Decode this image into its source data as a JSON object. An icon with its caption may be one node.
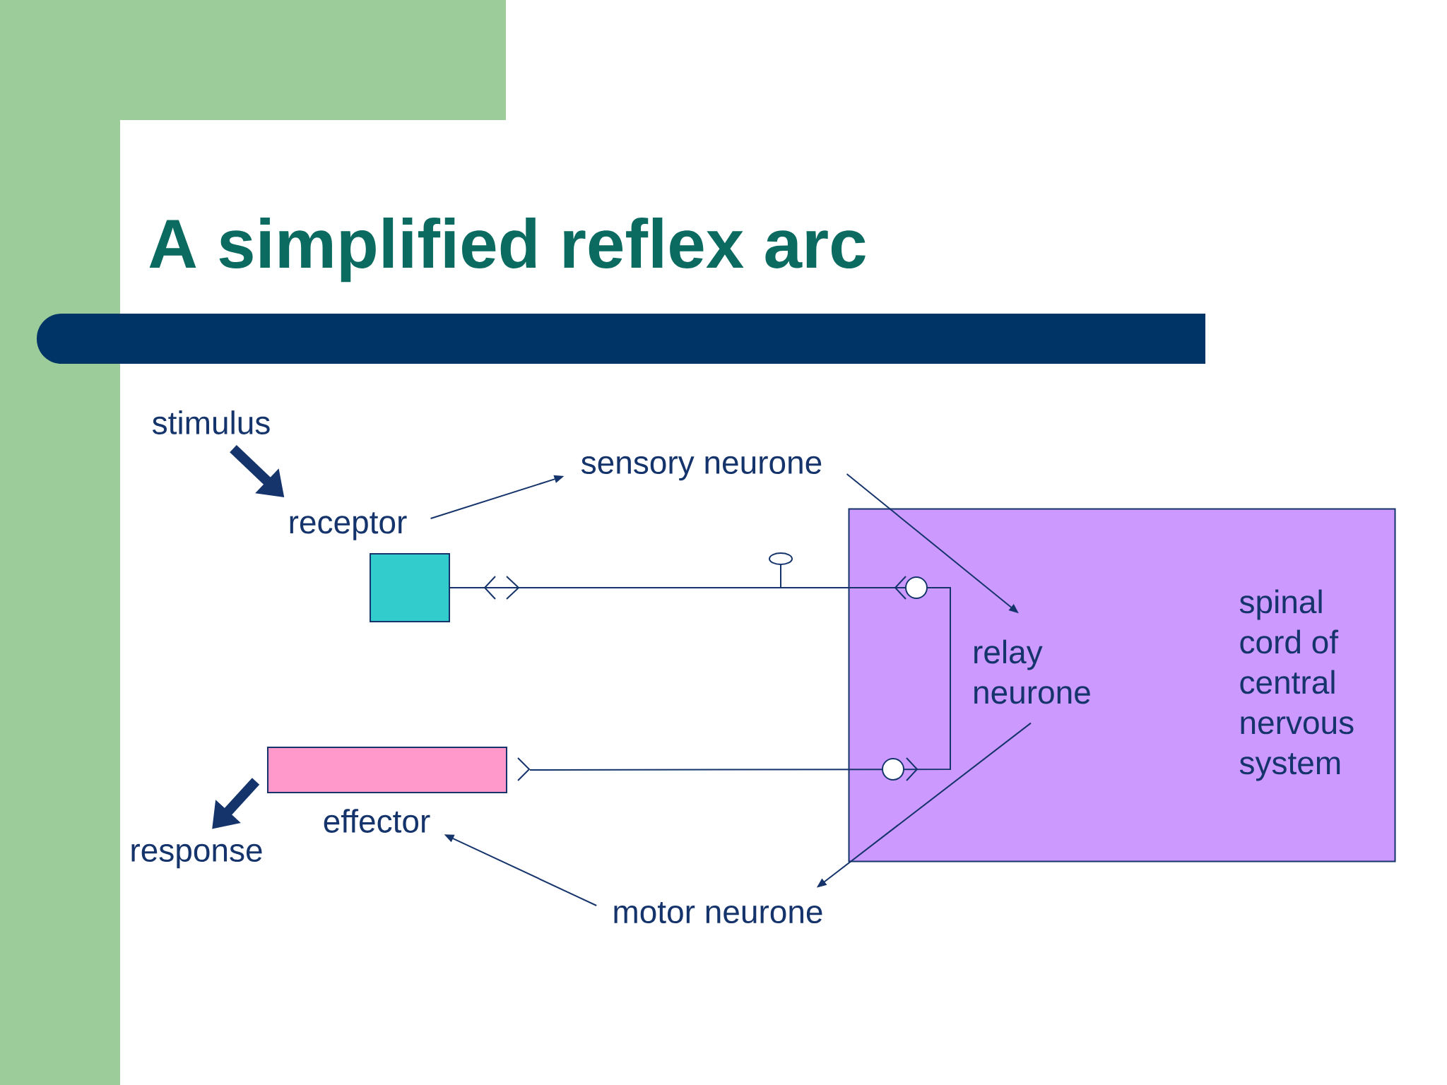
{
  "diagram": {
    "title": "A simplified reflex arc",
    "nodes": [
      {
        "text": [
          "stimulus"
        ]
      },
      {
        "text": [
          "receptor"
        ]
      },
      {
        "text": [],
        "shape": "box"
      },
      {
        "text": [
          "sensory neurone"
        ]
      },
      {
        "text": [],
        "shape": "box"
      },
      {
        "text": [
          "effector"
        ]
      },
      {
        "text": [
          "response"
        ]
      },
      {
        "text": [
          "motor neurone"
        ]
      },
      {
        "text": [
          "spinal cord of central nervous system"
        ]
      },
      {
        "text": [
          "relay neurone"
        ],
        "in": 8
      }
    ],
    "edges": [
      {
        "from": 0,
        "to": 1,
        "arrow": "to",
        "style": "thick"
      },
      {
        "from": 1,
        "to": 3,
        "arrow": "to"
      },
      {
        "from": 3,
        "to": 9,
        "arrow": "to"
      },
      {
        "from": 9,
        "to": 7,
        "arrow": "to"
      },
      {
        "from": 7,
        "to": 5,
        "arrow": "to"
      },
      {
        "from": 2,
        "to": 4,
        "arrow": "other"
      },
      {
        "from": 4,
        "to": 6,
        "arrow": "to",
        "style": "thick"
      }
    ]
  }
}
